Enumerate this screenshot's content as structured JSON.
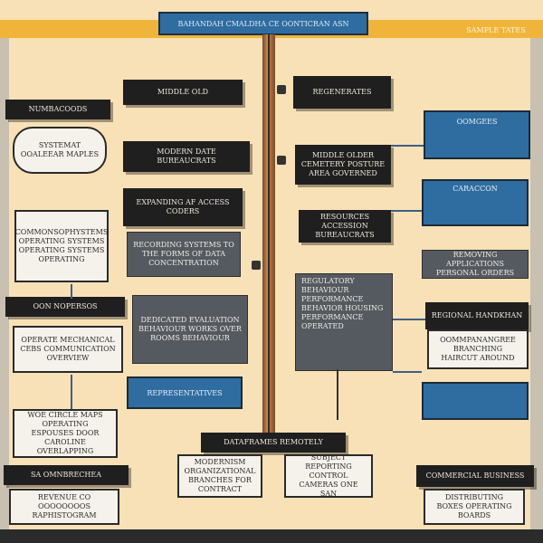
{
  "header": {
    "title": "BAHANDAH CMALDHA CE OONTICRAN ASN",
    "corner_label": "SAMPLE TATES"
  },
  "left": {
    "top_label": "NUMBACOODS",
    "cloud_text": "SYSTEMAT OOALEEAR MAPLES",
    "block_1": "MIDDLE OLD",
    "block_2": "MODERN DATE BUREAUCRATS",
    "block_3": "EXPANDING AF ACCESS CODERS",
    "card_1": "COMMONSOPHYSTEMS OPERATING SYSTEMS OPERATING SYSTEMS OPERATING",
    "gray_1": "RECORDING SYSTEMS TO THE FORMS OF DATA CONCENTRATION",
    "label_2": "OON NOPERSOS",
    "gray_2": "DEDICATED EVALUATION BEHAVIOUR WORKS OVER ROOMS BEHAVIOUR",
    "card_2": "OPERATE MECHANICAL CEBS COMMUNICATION OVERVIEW",
    "blue_label": "REPRESENTATIVES",
    "card_3": "WOE CIRCLE MAPS OPERATING ESPOUSES DOOR CAROLINE OVERLAPPING",
    "label_3": "SA OMNBRECHEA",
    "card_4": "REVENUE CO OOOOOOOOS RAPHISTOGRAM"
  },
  "center": {
    "block_1": "REGENERATES",
    "block_2": "MIDDLE OLDER CEMETERY POSTURE AREA GOVERNED",
    "block_3": "RESOURCES ACCESSION BUREAUCRATS",
    "gray_1": "REGULATORY BEHAVIOUR PERFORMANCE BEHAVIOR HOUSING PERFORMANCE OPERATED",
    "label_4": "DATAFRAMES REMOTELY",
    "card_1": "MODERNISM ORGANIZATIONAL BRANCHES FOR CONTRACT",
    "card_2": "SUBJECT REPORTING CONTROL CAMERAS ONE SAN"
  },
  "right": {
    "blue_1": "OOMGEES",
    "blue_2": "CARACCON",
    "gray_1": "REMOVING APPLICATIONS PERSONAL ORDERS",
    "block_1": "REGIONAL HANDKHAN",
    "card_1": "OOMMPANANGREE BRANCHING HAIRCUT AROUND",
    "label_1": "COMMERCIAL BUSINESS",
    "card_2": "DISTRIBUTING BOXES OPERATING BOARDS"
  }
}
